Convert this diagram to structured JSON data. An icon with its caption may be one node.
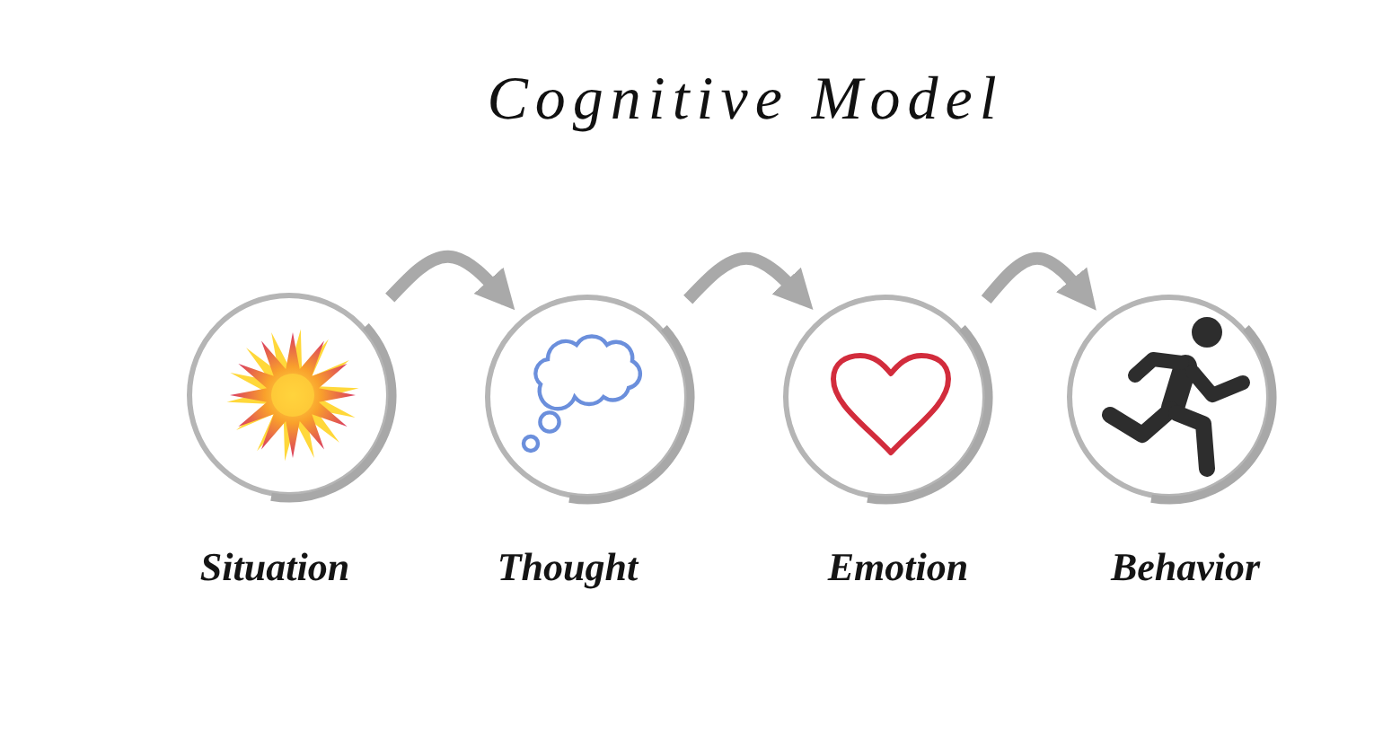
{
  "diagram": {
    "title": "Cognitive Model",
    "nodes": [
      {
        "text": [],
        "shape": "circle",
        "beside": [
          "Situation"
        ]
      },
      {
        "text": [],
        "shape": "circle",
        "beside": [
          "Thought"
        ]
      },
      {
        "text": [],
        "shape": "circle",
        "beside": [
          "Emotion"
        ]
      },
      {
        "text": [],
        "shape": "circle",
        "beside": [
          "Behavior"
        ]
      }
    ],
    "edges": [
      {
        "from": 0,
        "to": 1,
        "arrow": "to"
      },
      {
        "from": 1,
        "to": 2,
        "arrow": "to"
      },
      {
        "from": 2,
        "to": 3,
        "arrow": "to"
      }
    ]
  }
}
